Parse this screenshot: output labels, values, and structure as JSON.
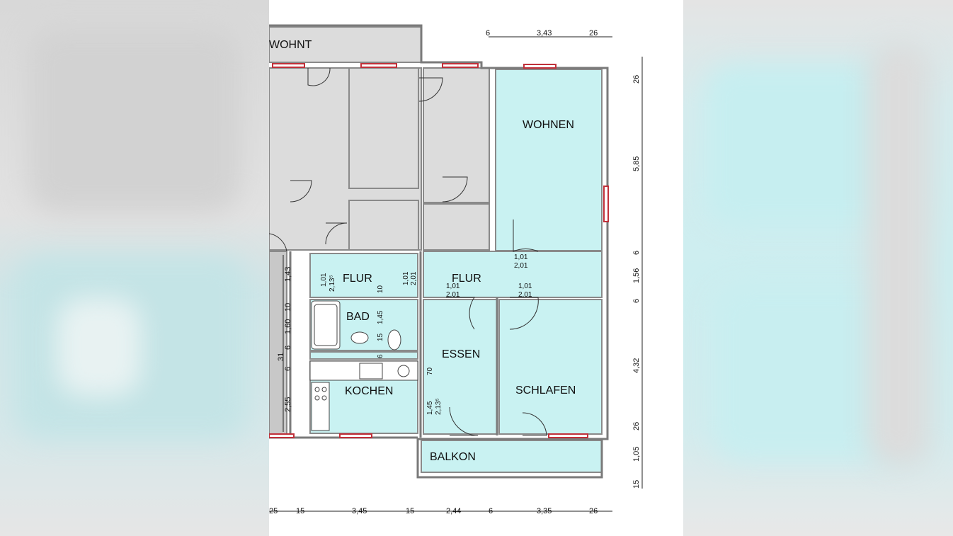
{
  "rooms": {
    "wohnt": "WOHNT",
    "wohnen": "WOHNEN",
    "flur1": "FLUR",
    "flur2": "FLUR",
    "bad": "BAD",
    "essen": "ESSEN",
    "kochen": "KOCHEN",
    "schlafen": "SCHLAFEN",
    "balkon": "BALKON"
  },
  "dims": {
    "top": [
      "6",
      "3,43",
      "26"
    ],
    "bottom": [
      "25",
      "15",
      "3,45",
      "15",
      "2,44",
      "6",
      "3,35",
      "26"
    ],
    "right": [
      "26",
      "5,85",
      "6",
      "1,56",
      "6",
      "4,32",
      "26",
      "1,05",
      "15"
    ],
    "left": [
      "1,43",
      "10",
      "1,60",
      "6",
      "31",
      "6",
      "2,55"
    ],
    "doors": {
      "wohnen_w": "1,01",
      "wohnen_h": "2,01",
      "flur_a_w": "1,01",
      "flur_a_h": "2,13⁵",
      "flur_b_w": "1,01",
      "flur_b_h": "2,01",
      "essen_w": "1,01",
      "essen_h": "2,01",
      "schlafen_w": "1,01",
      "schlafen_h": "2,01",
      "bad_10": "10",
      "bad_145": "1,45",
      "bad_15": "15",
      "bad_6": "6",
      "kochen_70": "70",
      "kochen_145": "1,45",
      "kochen_213": "2,13⁵"
    }
  },
  "colors": {
    "room_fill": "#c9f2f2",
    "grey_fill": "#dcdcdc",
    "wall": "#8a8a8a",
    "window_red": "#c0303a"
  }
}
